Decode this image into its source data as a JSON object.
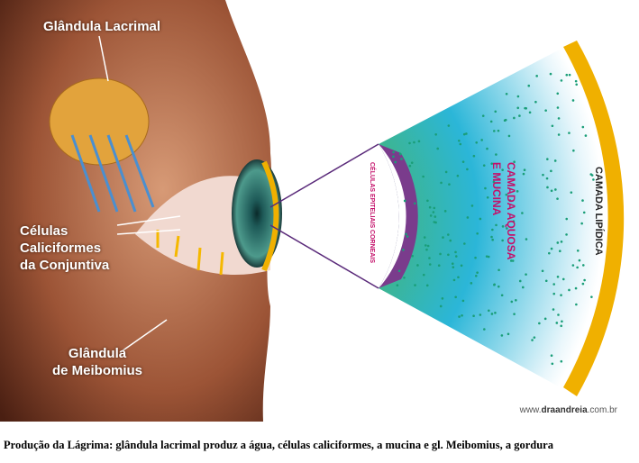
{
  "labels": {
    "lacrimal": "Glândula Lacrimal",
    "goblet": [
      "Células",
      "Caliciformes",
      "da Conjuntiva"
    ],
    "meibomian": [
      "Glândula",
      "de Meibomius"
    ],
    "epithelial": "CÉLULAS EPITELIAIS CORNEAIS",
    "aqueous": [
      "CAMADA AQUOSA",
      "E MUCINA"
    ],
    "lipid": "CAMADA LIPÍDICA"
  },
  "site": {
    "prefix": "www.",
    "brand": "draandreia",
    "suffix": ".com.br"
  },
  "caption": "Produção da Lágrima: glândula lacrimal produz a água, células caliciformes, a mucina e gl. Meibomius, a gordura",
  "colors": {
    "skin": "#a0573a",
    "lipid": "#f0b000",
    "aqueous": "#2bb6d8",
    "mucin": "#7a3c8c",
    "accent": "#c4106a"
  }
}
